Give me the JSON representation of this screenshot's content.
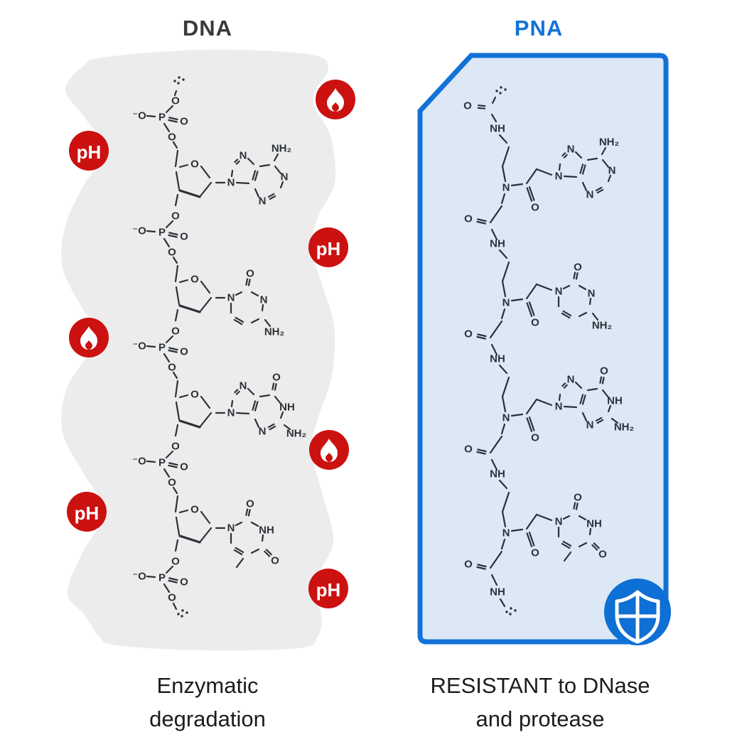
{
  "titles": {
    "left": "DNA",
    "right": "PNA"
  },
  "captions": {
    "left": {
      "line1": "Enzymatic",
      "line2": "degradation"
    },
    "right": {
      "line1": "RESISTANT to DNase",
      "line2": "and protease"
    }
  },
  "badges": [
    {
      "type": "ph",
      "label": "pH"
    },
    {
      "type": "flame",
      "label": ""
    },
    {
      "type": "ph",
      "label": "pH"
    },
    {
      "type": "flame",
      "label": ""
    },
    {
      "type": "flame",
      "label": ""
    },
    {
      "type": "ph",
      "label": "pH"
    },
    {
      "type": "ph",
      "label": "pH"
    }
  ],
  "chem": {
    "O": "O",
    "P": "P",
    "N": "N",
    "NH": "NH",
    "NH2": "NH₂",
    "O_minus": "⁻O"
  },
  "molecules": {
    "dna": {
      "bases": [
        "adenine",
        "cytosine",
        "guanine",
        "thymine"
      ]
    },
    "pna": {
      "bases": [
        "adenine",
        "cytosine",
        "guanine",
        "thymine"
      ]
    }
  },
  "colors": {
    "accent_blue": "#1372d8",
    "panel_blue_fill": "#dce8f6",
    "panel_gray_fill": "#ececec",
    "badge_red": "#cc1111",
    "shield_blue": "#0e6fd4",
    "ink": "#2c3138",
    "title_dark": "#3a3a3a",
    "text_dark": "#1c1c1c",
    "white": "#ffffff"
  }
}
